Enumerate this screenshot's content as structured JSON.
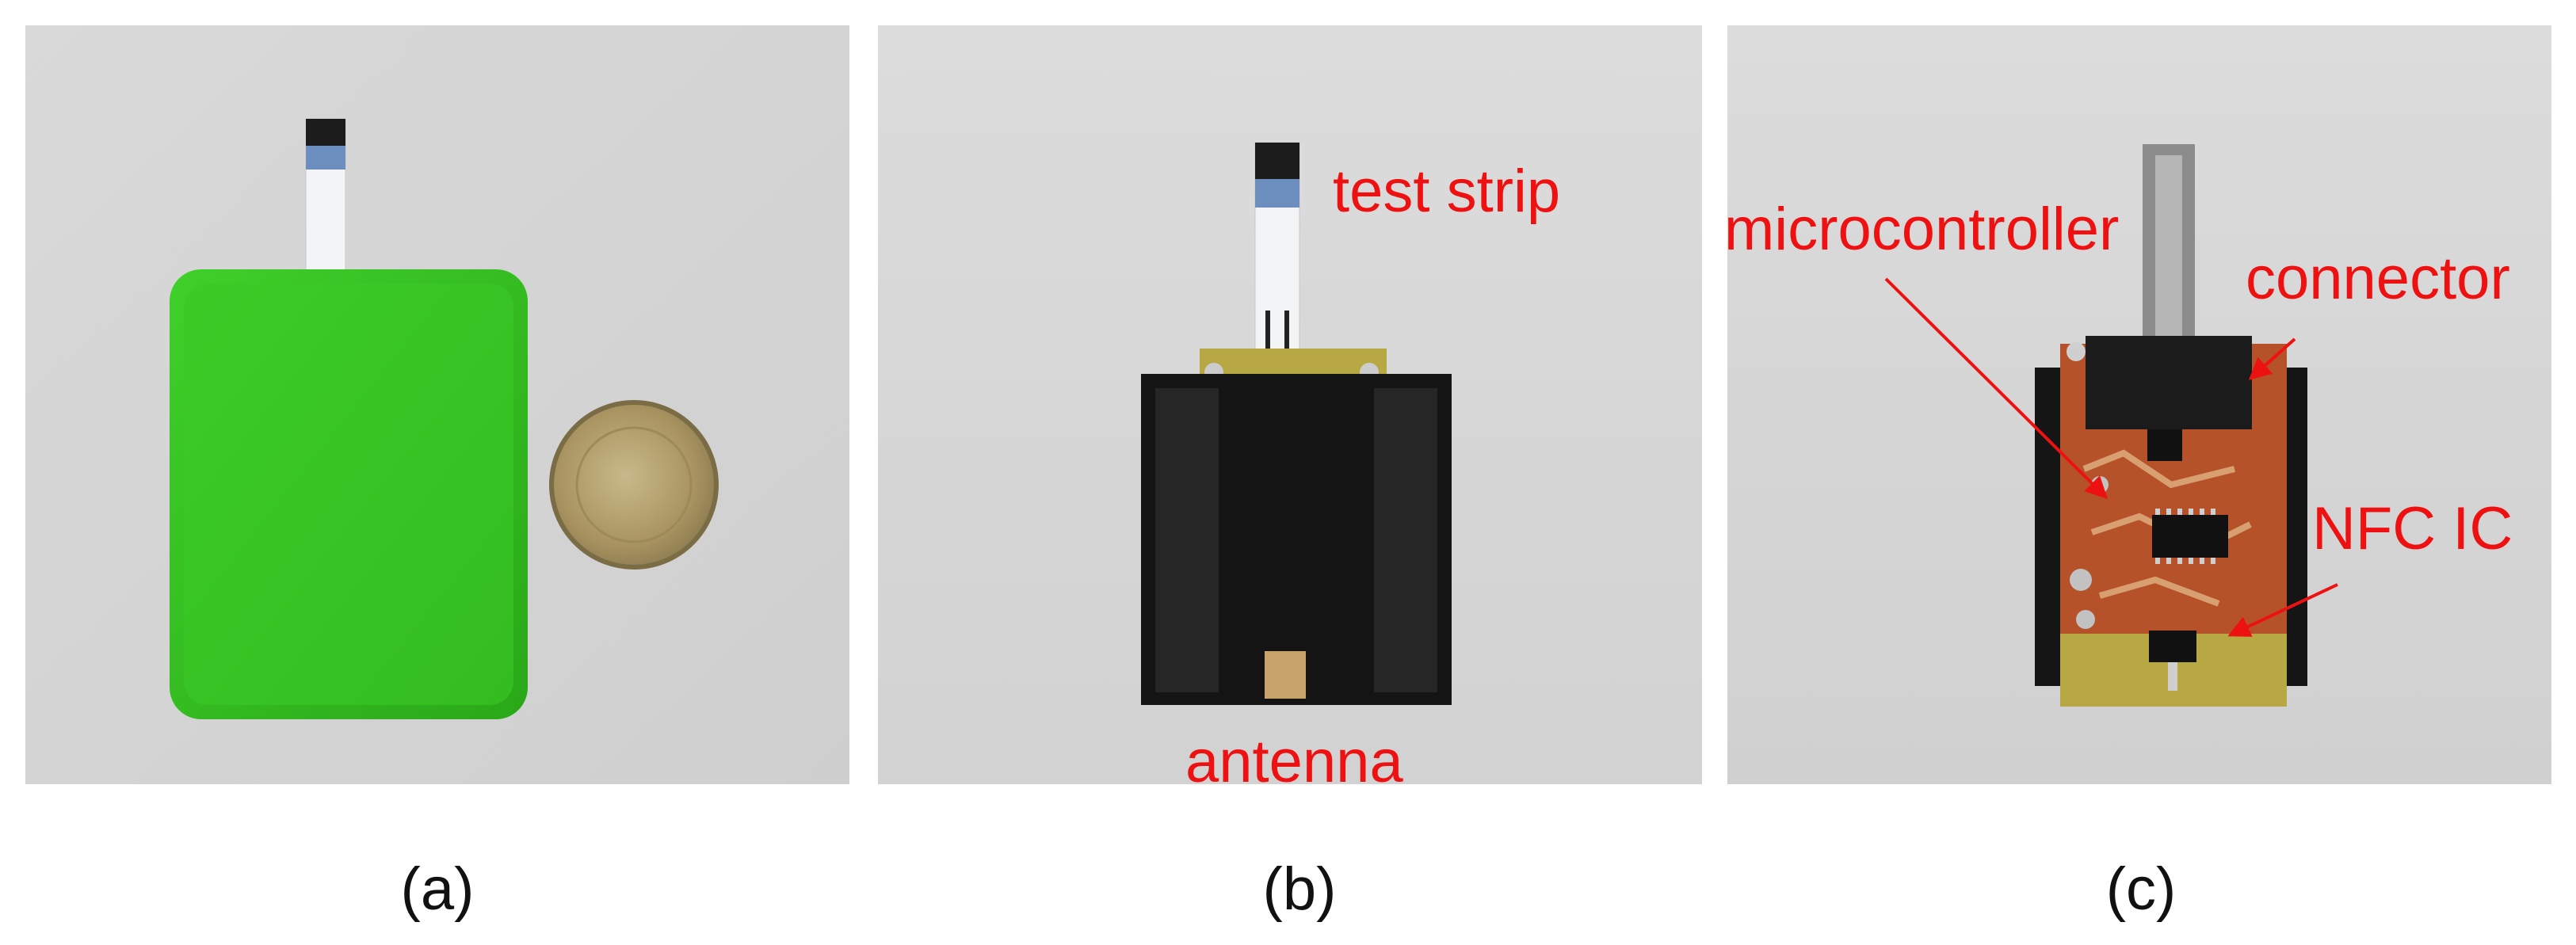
{
  "panels": [
    {
      "caption": "(a)"
    },
    {
      "caption": "(b)",
      "labels": {
        "test_strip": "test strip",
        "antenna": "antenna"
      }
    },
    {
      "caption": "(c)",
      "labels": {
        "microcontroller": "microcontroller",
        "connector": "connector",
        "nfc_ic": "NFC IC"
      }
    }
  ],
  "colors": {
    "annotation": "#ee1111",
    "enclosure": "#33c41f",
    "pcb": "#b5522a"
  }
}
